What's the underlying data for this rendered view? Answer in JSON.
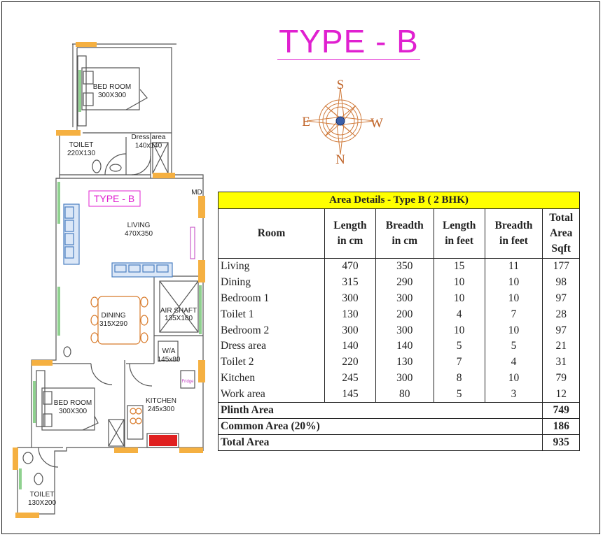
{
  "title": "TYPE - B",
  "compass": {
    "north_label": "S",
    "south_label": "N",
    "east_label": "E",
    "west_label": "W",
    "icon": "compass-rose-icon"
  },
  "plan": {
    "tag": "TYPE - B",
    "md_label": "MD",
    "rooms": {
      "bedroom_top": {
        "name": "BED ROOM",
        "size": "300X300"
      },
      "toilet_top": {
        "name": "TOILET",
        "size": "220X130"
      },
      "dress": {
        "name": "Dress area",
        "size": "140x140"
      },
      "living": {
        "name": "LIVING",
        "size": "470X350"
      },
      "dining": {
        "name": "DINING",
        "size": "315X290"
      },
      "air_shaft": {
        "name": "AIR SHAFT",
        "size": "135X180"
      },
      "work_area": {
        "name": "W/A",
        "size": "145x80"
      },
      "kitchen": {
        "name": "KITCHEN",
        "size": "245x300"
      },
      "fridge": "Fridge",
      "bedroom_bottom": {
        "name": "BED ROOM",
        "size": "300X300"
      },
      "toilet_bottom": {
        "name": "TOILET",
        "size": "130X200"
      }
    },
    "colors": {
      "wall": "#555555",
      "window": "#f5b041",
      "furniture": "#d87a2a",
      "sofa": "#4a7fc1",
      "tag": "#e020d0"
    }
  },
  "table": {
    "caption": "Area Details - Type B ( 2 BHK)",
    "headers": [
      "Room",
      "Length in cm",
      "Breadth in cm",
      "Length in feet",
      "Breadth in feet",
      "Total Area Sqft"
    ],
    "header_lines": [
      [
        "Room"
      ],
      [
        "Length",
        "in cm"
      ],
      [
        "Breadth",
        "in cm"
      ],
      [
        "Length",
        "in feet"
      ],
      [
        "Breadth",
        "in feet"
      ],
      [
        "Total",
        "Area",
        "Sqft"
      ]
    ],
    "rows": [
      [
        "Living",
        "470",
        "350",
        "15",
        "11",
        "177"
      ],
      [
        "Dining",
        "315",
        "290",
        "10",
        "10",
        "98"
      ],
      [
        "Bedroom 1",
        "300",
        "300",
        "10",
        "10",
        "97"
      ],
      [
        "Toilet 1",
        "130",
        "200",
        "4",
        "7",
        "28"
      ],
      [
        "Bedroom 2",
        "300",
        "300",
        "10",
        "10",
        "97"
      ],
      [
        "Dress area",
        "140",
        "140",
        "5",
        "5",
        "21"
      ],
      [
        "Toilet 2",
        "220",
        "130",
        "7",
        "4",
        "31"
      ],
      [
        "Kitchen",
        "245",
        "300",
        "8",
        "10",
        "79"
      ],
      [
        "Work area",
        "145",
        "80",
        "5",
        "3",
        "12"
      ]
    ],
    "summary": [
      {
        "label": "Plinth Area",
        "value": "749"
      },
      {
        "label": "Common Area (20%)",
        "value": "186"
      },
      {
        "label": "Total Area",
        "value": "935"
      }
    ],
    "caption_color": "#ffff00"
  }
}
